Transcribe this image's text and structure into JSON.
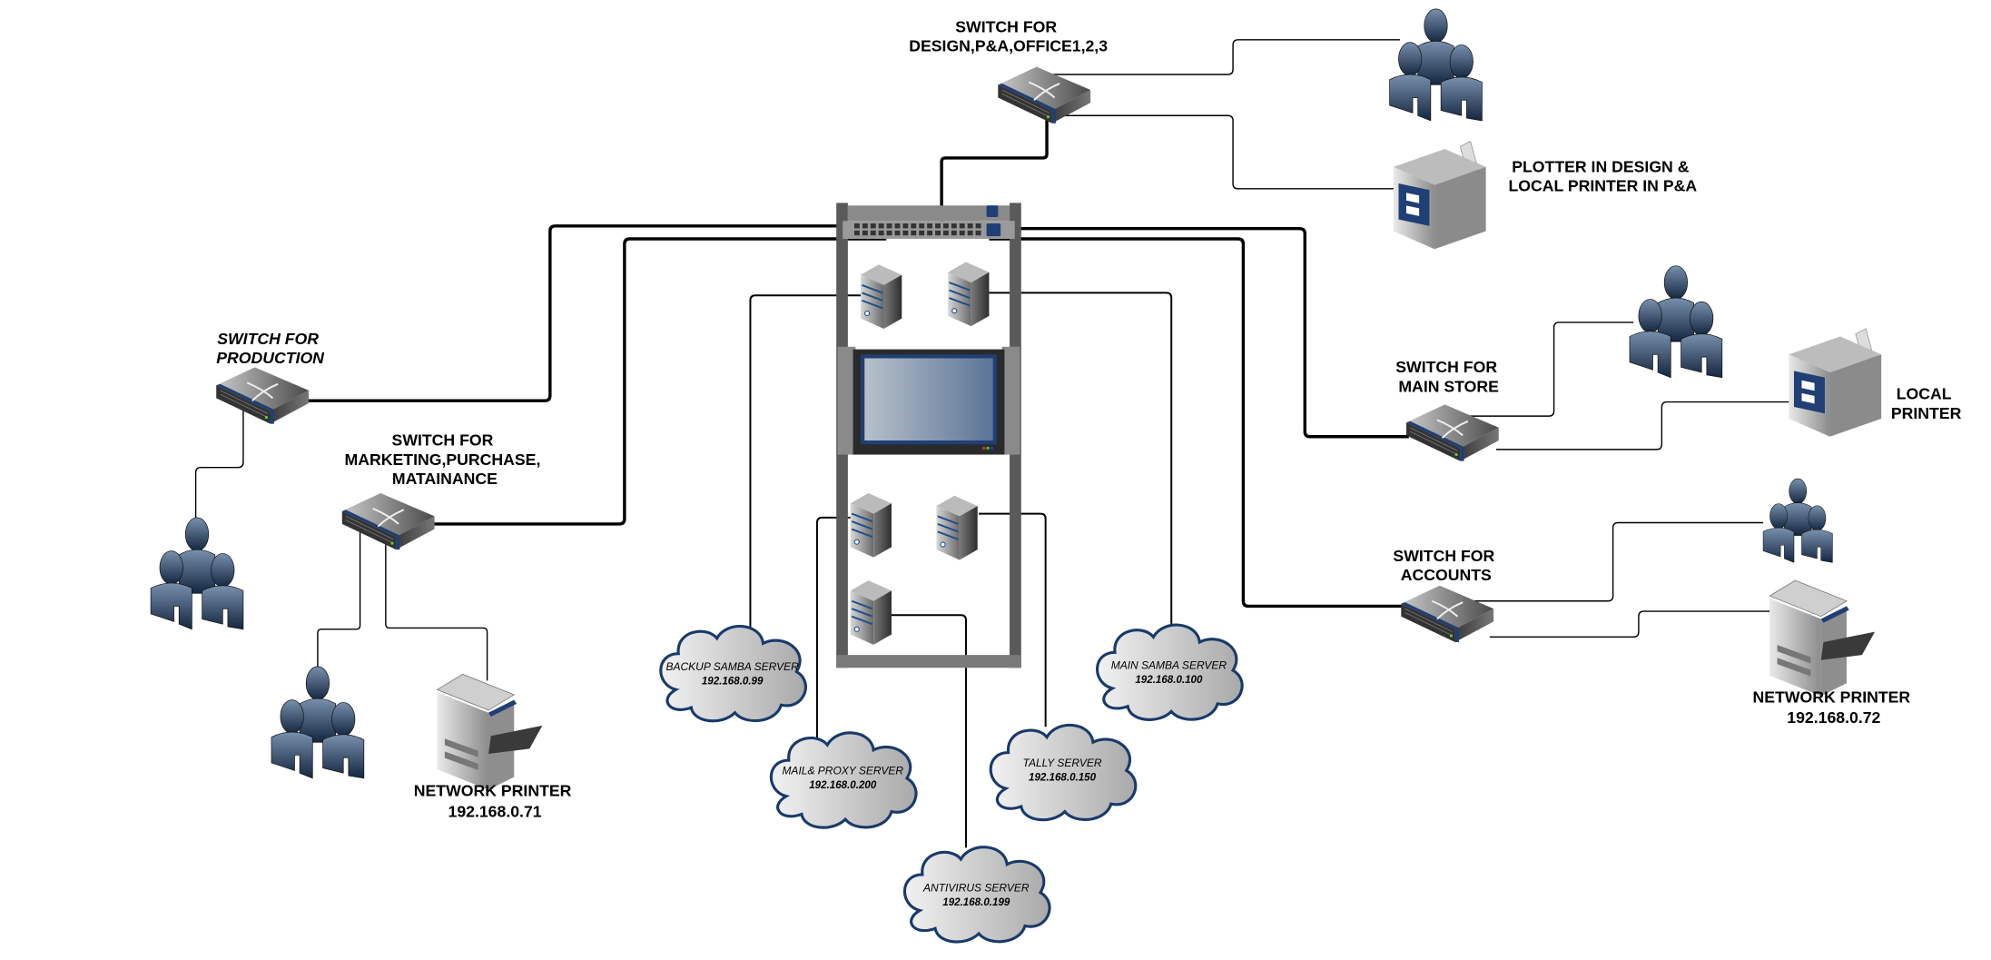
{
  "diagram": {
    "type": "network-topology",
    "switches": [
      {
        "id": "design",
        "label_lines": [
          "SWITCH FOR",
          "DESIGN,P&A,OFFICE1,2,3"
        ],
        "italic": false
      },
      {
        "id": "production",
        "label_lines": [
          "SWITCH FOR",
          "PRODUCTION"
        ],
        "italic": true
      },
      {
        "id": "marketing",
        "label_lines": [
          "SWITCH FOR",
          "MARKETING,PURCHASE,",
          "MATAINANCE"
        ],
        "italic": false
      },
      {
        "id": "mainstore",
        "label_lines": [
          "SWITCH FOR",
          "MAIN STORE"
        ],
        "italic": false
      },
      {
        "id": "accounts",
        "label_lines": [
          "SWITCH FOR",
          "ACCOUNTS"
        ],
        "italic": false
      }
    ],
    "printers": [
      {
        "id": "plotter",
        "label_lines": [
          "PLOTTER IN DESIGN &",
          "LOCAL PRINTER IN P&A"
        ],
        "kind": "laser"
      },
      {
        "id": "local",
        "label_lines": [
          "LOCAL",
          "PRINTER"
        ],
        "kind": "laser"
      },
      {
        "id": "netprinter71",
        "label_lines": [
          "NETWORK PRINTER",
          "192.168.0.71"
        ],
        "kind": "mfp"
      },
      {
        "id": "netprinter72",
        "label_lines": [
          "NETWORK PRINTER",
          "192.168.0.72"
        ],
        "kind": "mfp"
      }
    ],
    "servers": [
      {
        "id": "backup",
        "name": "BACKUP SAMBA SERVER",
        "ip": "192.168.0.99"
      },
      {
        "id": "main",
        "name": "MAIN SAMBA SERVER",
        "ip": "192.168.0.100"
      },
      {
        "id": "mail",
        "name": "MAIL& PROXY SERVER",
        "ip": "192.168.0.200"
      },
      {
        "id": "tally",
        "name": "TALLY SERVER",
        "ip": "192.168.0.150"
      },
      {
        "id": "antivirus",
        "name": "ANTIVIRUS SERVER",
        "ip": "192.168.0.199"
      }
    ],
    "user_groups": [
      "design",
      "production",
      "marketing",
      "mainstore",
      "accounts"
    ],
    "colors": {
      "cable": "#000000",
      "switch_trim": "#1f3f75",
      "cloud_stroke": "#183a6b",
      "people_top": "#6f8aa8",
      "people_bottom": "#1b2f4a",
      "rack": "#5a5a5a",
      "screen": "#7d94b0"
    }
  }
}
